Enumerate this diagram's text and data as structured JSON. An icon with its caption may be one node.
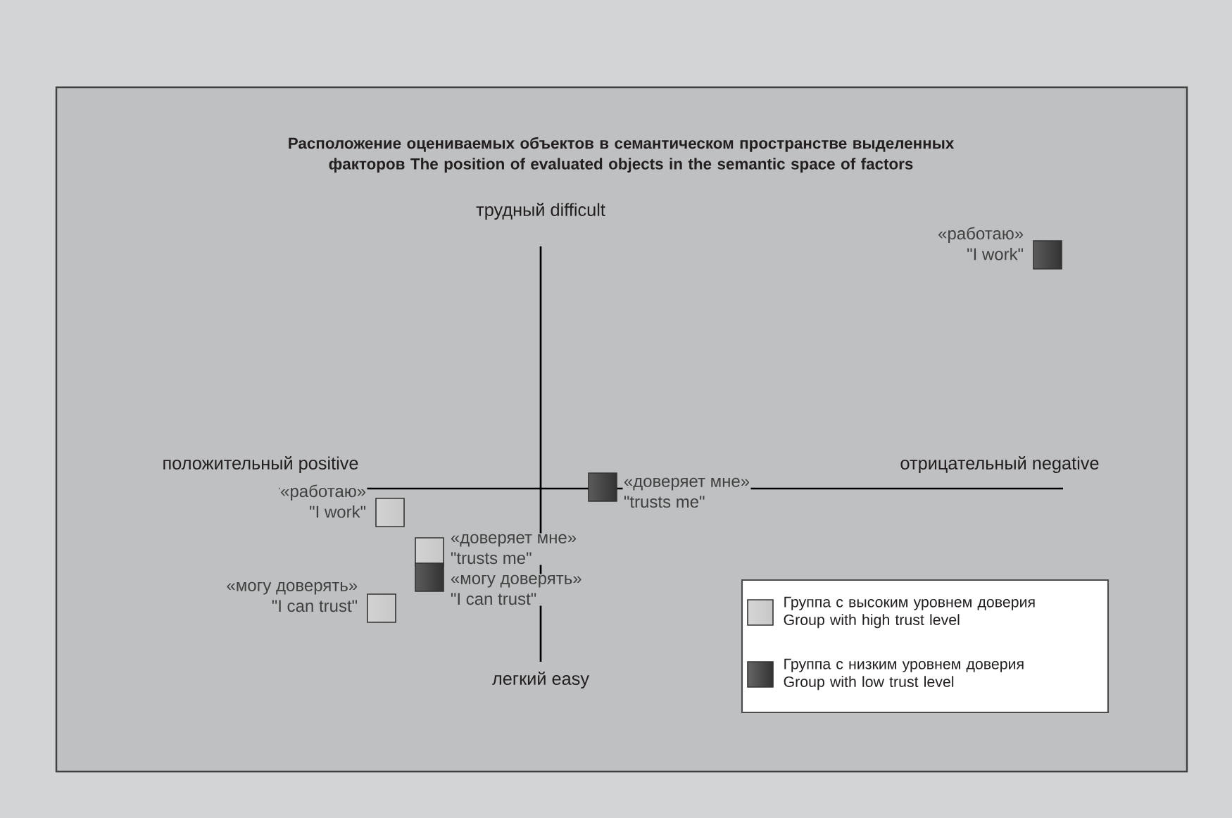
{
  "diagram": {
    "title": "Расположение оцениваемых объектов в семантическом пространстве выделенных факторов The position of evaluated objects in the semantic space of factors",
    "nodes": [
      {
        "text": [],
        "shape": "box",
        "beside": [
          "«работаю»",
          "\"I work\""
        ]
      },
      {
        "text": [],
        "shape": "box",
        "beside": [
          "«доверяет мне»",
          "\"trusts me\""
        ]
      },
      {
        "text": [],
        "shape": "box",
        "beside": [
          "«работаю»",
          "\"I work\""
        ]
      },
      {
        "text": [],
        "shape": "box",
        "beside": [
          "«доверяет мне»",
          "\"trusts me\""
        ]
      },
      {
        "text": [],
        "shape": "box",
        "beside": [
          "«могу доверять»",
          "\"I can trust\""
        ]
      },
      {
        "text": [],
        "shape": "box",
        "beside": [
          "«могу доверять»",
          "\"I can trust\""
        ]
      }
    ],
    "edges": [],
    "labels": [
      "трудный difficult",
      "положительный positive",
      "отрицательный negative",
      "легкий easy"
    ],
    "legend": [
      {
        "text": "Группа с высоким уровнем доверия Group with high trust level",
        "color": "#c8c8c8"
      },
      {
        "text": "Группа с низким уровнем доверия Group with low trust level",
        "color": "#333333"
      }
    ]
  }
}
